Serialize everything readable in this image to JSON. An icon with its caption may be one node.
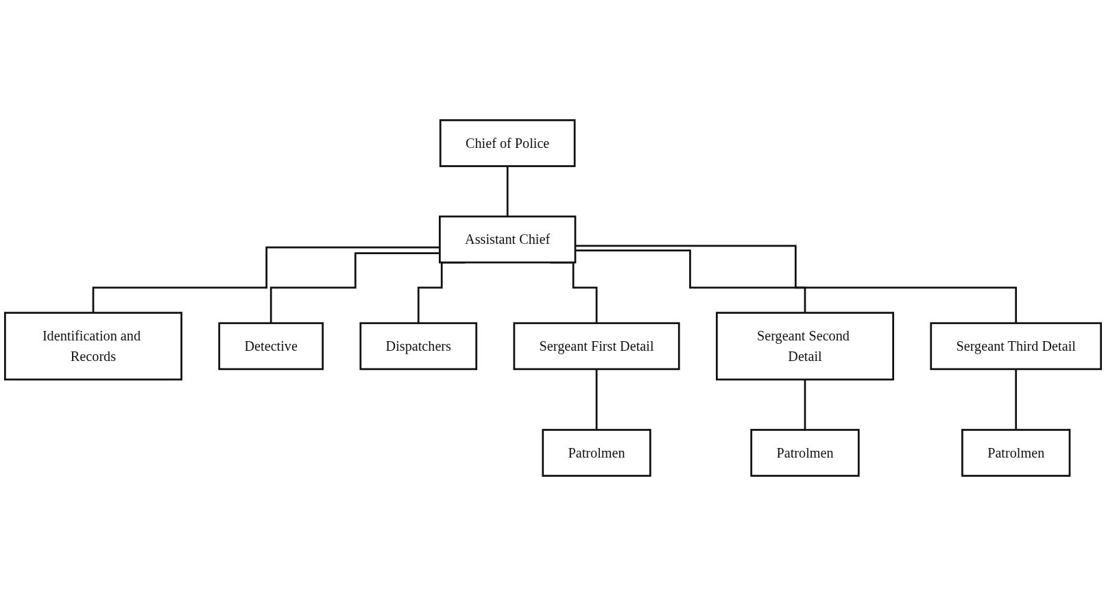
{
  "diagram": {
    "nodes": [
      {
        "text": [
          "Chief of Police"
        ]
      },
      {
        "text": [
          "Assistant Chief"
        ]
      },
      {
        "text": [
          "Identification and Records"
        ]
      },
      {
        "text": [
          "Detective"
        ]
      },
      {
        "text": [
          "Dispatchers"
        ]
      },
      {
        "text": [
          "Sergeant First Detail"
        ]
      },
      {
        "text": [
          "Sergeant Second Detail"
        ]
      },
      {
        "text": [
          "Sergeant Third Detail"
        ]
      },
      {
        "text": [
          "Patrolmen"
        ]
      },
      {
        "text": [
          "Patrolmen"
        ]
      },
      {
        "text": [
          "Patrolmen"
        ]
      }
    ],
    "edges": [
      {
        "from": 0,
        "to": 1,
        "arrow": "none"
      },
      {
        "from": 1,
        "to": 2,
        "arrow": "none"
      },
      {
        "from": 1,
        "to": 3,
        "arrow": "none"
      },
      {
        "from": 1,
        "to": 4,
        "arrow": "none"
      },
      {
        "from": 1,
        "to": 5,
        "arrow": "none"
      },
      {
        "from": 1,
        "to": 6,
        "arrow": "none"
      },
      {
        "from": 1,
        "to": 7,
        "arrow": "none"
      },
      {
        "from": 5,
        "to": 8,
        "arrow": "none"
      },
      {
        "from": 6,
        "to": 9,
        "arrow": "none"
      },
      {
        "from": 7,
        "to": 10,
        "arrow": "none"
      }
    ]
  }
}
